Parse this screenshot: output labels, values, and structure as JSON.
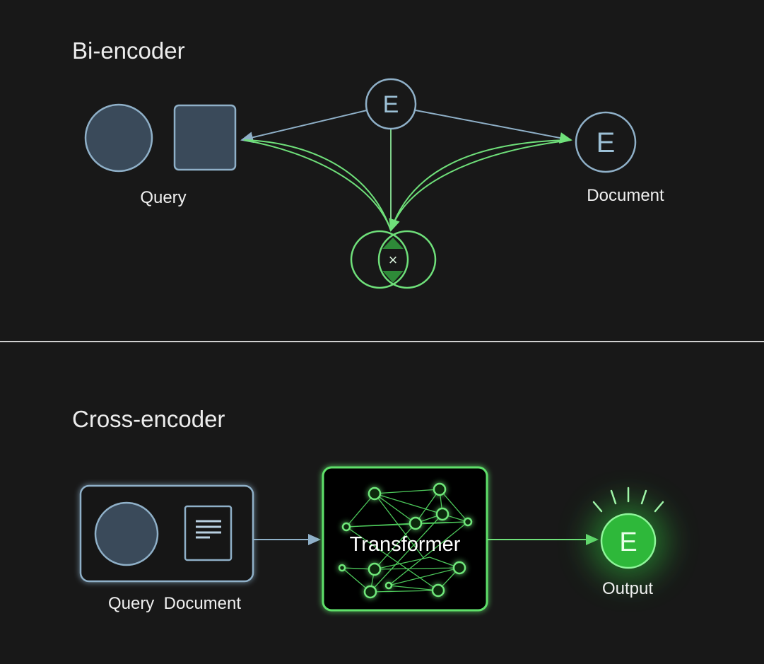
{
  "bi_encoder": {
    "title": "Bi-encoder",
    "query_label": "Query",
    "document_label": "Document",
    "encoder_top_glyph": "E",
    "encoder_doc_glyph": "E",
    "similarity_glyph": "×"
  },
  "cross_encoder": {
    "title": "Cross-encoder",
    "input_label": "Query  Document",
    "model_label": "Transformer",
    "output_glyph": "E",
    "output_label": "Output"
  },
  "colors": {
    "background": "#181818",
    "blue_stroke": "#8fb0c8",
    "blue_fill": "#3a4a5a",
    "green": "#5fe06a",
    "green_fill": "#2eb83a"
  }
}
